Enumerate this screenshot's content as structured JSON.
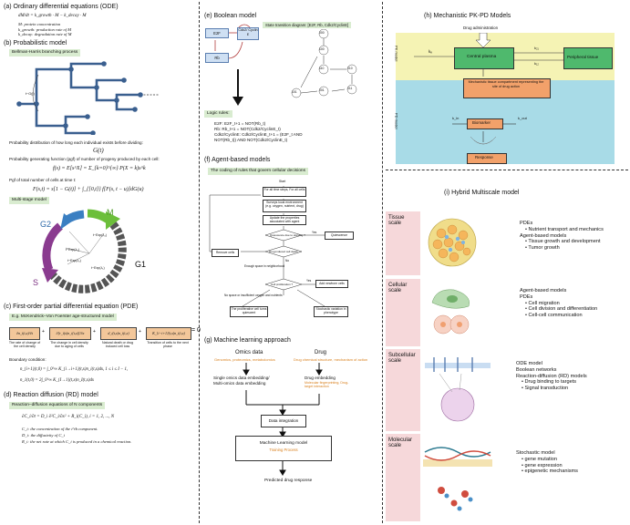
{
  "a": {
    "title": "(a) Ordinary differential equations (ODE)",
    "eq": "dM/dt = k_growth · M − k_decay · M",
    "defs": [
      "M: protein concentration",
      "k_growth: production rate of M",
      "k_decay: degradation rate of M"
    ]
  },
  "b": {
    "title": "(b) Probabilistic model",
    "label1": "Bellman-Harris branching process",
    "t_label": "t~G(t)",
    "p1": "Probability distribution of how long each individual exists before dividing:",
    "eq1": "G(t)",
    "p2": "Probability generating function (pgf) of number of progeny produced by each cell:",
    "eq2": "f(s) = E[s^X] = Σ_{k=0}^{∞} P(X = k)s^k",
    "p3": "Pgf of total number of cells at time t:",
    "eq3": "F(s,t) = s[1 − G(t)] + ∫_{[0,t]} f[F(s, t − u)]dG(u)",
    "label2": "Multi-stage model",
    "phases": {
      "M": "M",
      "G2": "G2",
      "S": "S",
      "G1": "G1"
    },
    "phase_times": [
      "t~Exp(λ₄)",
      "t~Exp(λ₃)",
      "t~Exp(λ₂)",
      "t~Exp(λ₁)"
    ]
  },
  "c": {
    "title": "(c) First-order partial differential equation (PDE)",
    "label": "E.g. McKendrick–Von Foerster age-structured model",
    "terms": [
      "∂n_i(t,x)/∂t",
      "∂[r_i(x)n_i(t,x)]/∂x",
      "d_i(t,x)n_i(t,x)",
      "K_{i−i+1}(t,x)n_i(t,x)"
    ],
    "ops": [
      "+",
      "+",
      "+",
      "= 0"
    ],
    "term_labels": [
      "The rate of change of the cell density",
      "The change in cell density due to aging of cells",
      "Natural death or drug induced cell loss",
      "Transition of cells to the next phase"
    ],
    "bc_label": "Boundary condition:",
    "bc1": "n_{i+1}(t,0) = ∫_0^∞ K_{i→i+1}(t,x)n_i(t,x)dx, 1 ≤ i ≤ I − 1,",
    "bc2": "n_1(t,0) = 2∫_0^∞ K_{I→1}(t,x)n_I(t,x)dx"
  },
  "d": {
    "title": "(d) Reaction diffusion (RD) model",
    "label": "Reaction–diffusion equations of N components",
    "eq": "∂C_i/∂t = D_i ∂²C_i/∂x² + R_i(C_i),   i = 1, 2, ..., N",
    "defs": [
      "C_i: the concentration of the i^th component.",
      "D_i: the diffusivity of C_i",
      "R_i: the net rate at which C_i is produced in a chemical reaction."
    ]
  },
  "e": {
    "title": "(e) Boolean model",
    "nodes": [
      "E2F",
      "Cdk2/ Cyclin E",
      "Rb"
    ],
    "std_label": "State transition diagram: [E2F, Rb, Cdk2/CyclinE]",
    "states": [
      "000",
      "100",
      "110",
      "010",
      "011",
      "001",
      "101"
    ],
    "logic_label": "Logic rules:",
    "rules": [
      "E2F: E2F_t+1 = NOT(Rb_t)",
      "Rb: Rb_t+1 = NOT(Cdk2/CyclinE_t)",
      "Cdk2/CyclinE: Cdk2/CyclinE_t+1 = (E2F_t AND",
      "NOT(Rb_t)) AND NOT(Cdk2/CyclinE_t)"
    ]
  },
  "f": {
    "title": "(f) Agent-based models",
    "label": "The coding of rules that govern cellular decisions",
    "nodes": {
      "start": "Start",
      "loop": "For all time steps, For all cells",
      "survey": "Surveys local environment (e.g. oxygen, nutrient, drug)",
      "update": "Update the properties associated with agent",
      "quiescence_q": "Quiescence due to starving ?",
      "quiescence": "Quiescence",
      "death_q": "Drug-induced cell death",
      "remove": "Remove cells",
      "space": "Enough space in neighborhood",
      "prolif_q": "Cell proliferation ?",
      "add": "Add newborn cells",
      "nospace": "No space or insufficient oxygen and nutrients",
      "turns": "The proliferative cell turns quiescent",
      "stoch": "Stochastic variation in phenotype"
    },
    "yes": "Yes",
    "no": "No"
  },
  "g": {
    "title": "(g) Machine learning approach",
    "omics": "Omics data",
    "omics_sub": "Genomics, proteomics, metabolomics",
    "drug": "Drug",
    "drug_sub": "Drug chemical structure, mechanism of action",
    "embed1a": "Single omics data embedding/",
    "embed1b": "Multi-omics data embedding",
    "embed2": "Drug embedding",
    "embed2_sub": "Molecular fingerprinting, Drug-target interaction",
    "integration": "Data integration",
    "ml": "Machine Learning model",
    "training": "Training Process",
    "output": "Predicted drug response"
  },
  "h": {
    "title": "(h) Mechanistic PK-PD Models",
    "drug_admin": "Drug administration",
    "pk_label": "PK model",
    "pd_label": "PD model",
    "central": "Central plasma",
    "peripheral": "Peripheral tissue",
    "ke": "kₑ",
    "k21": "k₂₁",
    "k12": "k₁₂",
    "tissue_box": "Mechanistic tissue compartment representing the site of drug action",
    "kin": "k_in",
    "kout": "k_out",
    "biomarker": "Biomarker",
    "response": "Response"
  },
  "i": {
    "title": "(i) Hybrid Multiscale model",
    "scales": [
      {
        "name": "Tissue scale",
        "lines": [
          "PDEs",
          "• Nutrient transport and mechanics",
          "Agent-based models",
          "• Tissue growth and development",
          "• Tumor growth"
        ]
      },
      {
        "name": "Cellular scale",
        "lines": [
          "Agent-based models",
          "PDEs",
          "• Cell migration",
          "• Cell division and differentiation",
          "• Cell-cell communication"
        ]
      },
      {
        "name": "Subcellular scale",
        "lines": [
          "ODE model",
          "Boolean networks",
          "Reaction-diffusion (RD) models",
          "• Drug binding to targets",
          "• Signal transduction"
        ]
      },
      {
        "name": "Molecular scale",
        "lines": [
          "Stochastic model",
          "• gene mutation",
          "• gene expression",
          "• epigenetic mechanisms"
        ]
      }
    ]
  },
  "colors": {
    "green_label": "#d9ecd0",
    "pk_yellow": "#f5f3b4",
    "pd_blue": "#a8dbe7",
    "pink": "#f6d8da",
    "orange": "#f3c79a"
  }
}
